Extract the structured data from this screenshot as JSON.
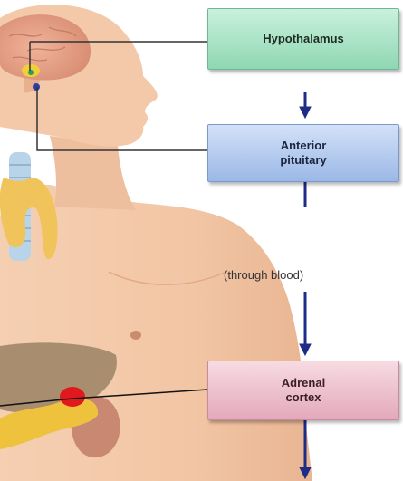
{
  "diagram": {
    "boxes": {
      "hypothalamus": "Hypothalamus",
      "anterior_pituitary": "Anterior\npituitary",
      "adrenal_cortex": "Adrenal\ncortex"
    },
    "connector_label": "(through blood)"
  },
  "colors": {
    "hypothalamus_box": "#a9e4c6",
    "pituitary_box": "#b6cbee",
    "adrenal_box": "#edc1ce",
    "arrow": "#1d2c86",
    "skin": "#f2c7a6",
    "liver": "#a88e6f",
    "kidney": "#c98872",
    "adrenal_gland": "#e0191f",
    "pancreas": "#efc23e",
    "thyroid": "#f0c45a",
    "trachea": "#b9d4e8"
  }
}
